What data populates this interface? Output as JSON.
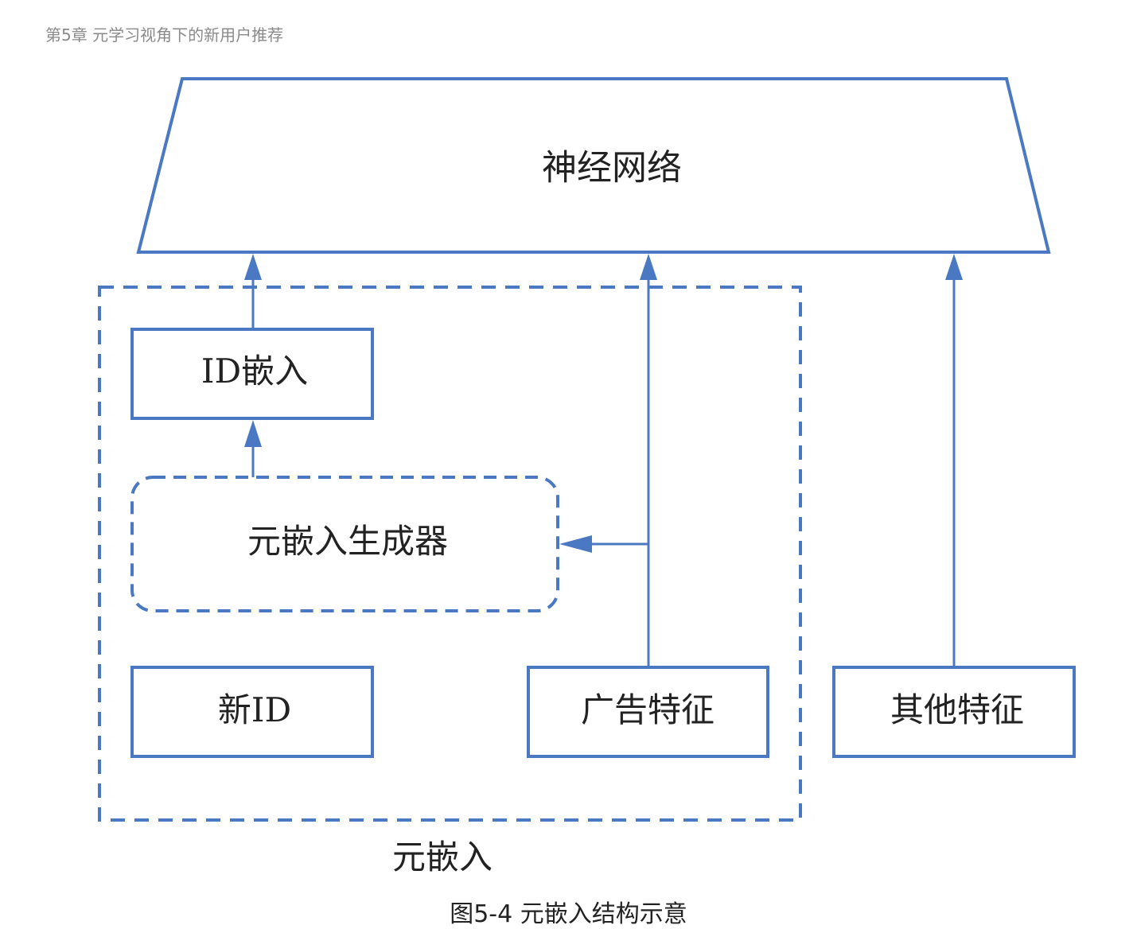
{
  "header": {
    "chapter_title": "第5章 元学习视角下的新用户推荐"
  },
  "diagram": {
    "neural_network_label": "神经网络",
    "id_embedding_label": "ID嵌入",
    "meta_embedding_generator_label": "元嵌入生成器",
    "new_id_label": "新ID",
    "ad_features_label": "广告特征",
    "other_features_label": "其他特征",
    "meta_embedding_group_label": "元嵌入"
  },
  "caption": {
    "text": "图5-4 元嵌入结构示意"
  },
  "colors": {
    "line": "#4a78c2",
    "text": "#222222",
    "header_text": "#8a8a8a"
  }
}
